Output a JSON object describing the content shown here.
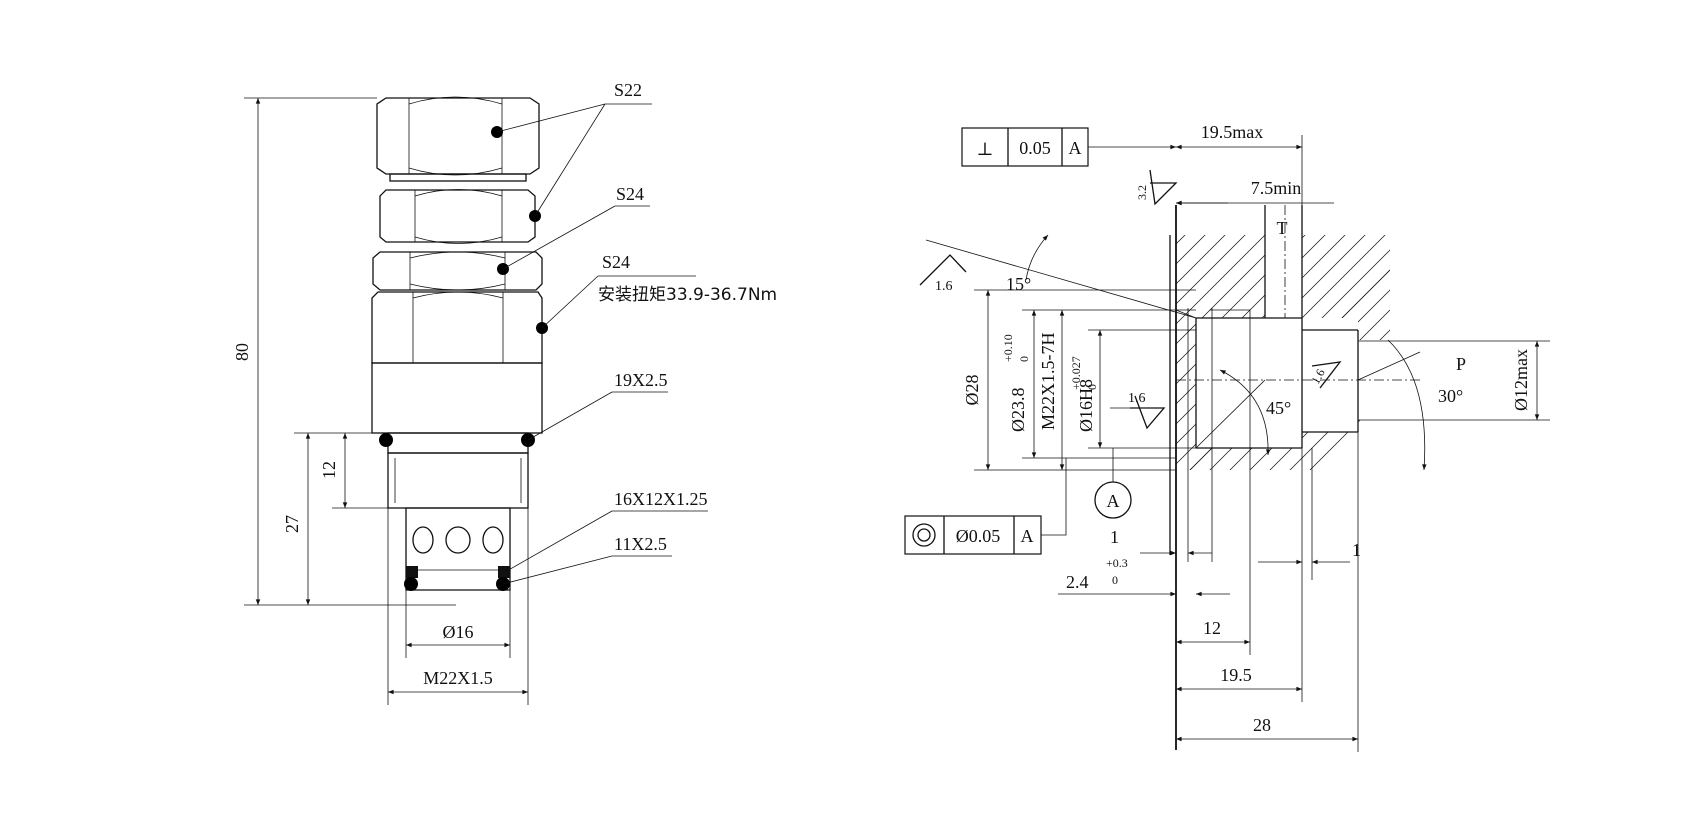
{
  "left_view": {
    "labels": {
      "s22": "S22",
      "s24_top": "S24",
      "s24_bottom": "S24",
      "torque": "安装扭矩33.9-36.7Nm",
      "oring_top": "19X2.5",
      "backup_ring": "16X12X1.25",
      "oring_bottom": "11X2.5"
    },
    "dims": {
      "overall_length": "80",
      "insert_length": "27",
      "thread_length": "12",
      "diameter": "Ø16",
      "thread": "M22X1.5"
    }
  },
  "right_view": {
    "tolerance_perp": {
      "symbol": "⊥",
      "value": "0.05",
      "datum": "A"
    },
    "tolerance_conc": {
      "symbol": "◎",
      "value": "Ø0.05",
      "datum": "A"
    },
    "datum_label": "A",
    "dims": {
      "depth_max": "19.5max",
      "depth_min": "7.5min",
      "port_t": "T",
      "port_p": "P",
      "angle_15": "15°",
      "angle_45": "45°",
      "angle_30": "30°",
      "dia_28": "Ø28",
      "dia_238": "Ø23.8",
      "dia_238_tol_upper": "+0.10",
      "dia_238_tol_lower": "0",
      "thread": "M22X1.5-7H",
      "dia_16": "Ø16H8",
      "dia_16_tol_upper": "+0.027",
      "dia_16_tol_lower": "0",
      "dia_12": "Ø12max",
      "rough_32": "3.2",
      "rough_16_a": "1.6",
      "rough_16_b": "1.6",
      "rough_16_c": "1.6",
      "dim_1_left": "1",
      "dim_1_right": "1",
      "dim_24": "2.4",
      "dim_24_tol_upper": "+0.3",
      "dim_24_tol_lower": "0",
      "len_12": "12",
      "len_195": "19.5",
      "len_28": "28"
    }
  }
}
